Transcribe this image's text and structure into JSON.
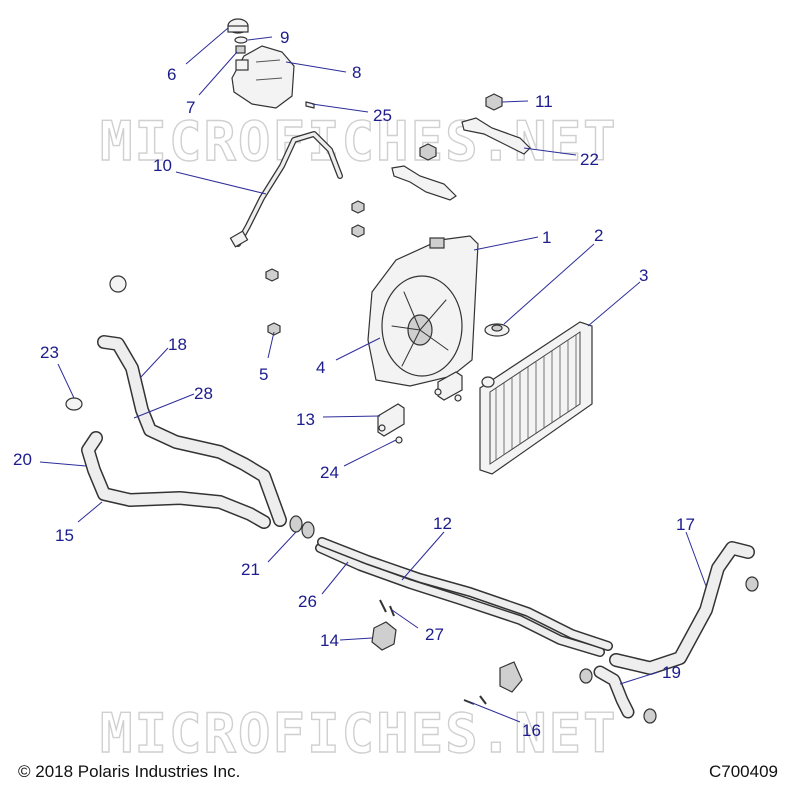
{
  "watermark_text": "MICROFICHES.NET",
  "copyright": "© 2018 Polaris Industries Inc.",
  "diagram_code": "C700409",
  "callouts": [
    "1",
    "2",
    "3",
    "4",
    "5",
    "6",
    "7",
    "8",
    "9",
    "10",
    "11",
    "12",
    "13",
    "14",
    "15",
    "16",
    "17",
    "18",
    "19",
    "20",
    "21",
    "22",
    "23",
    "24",
    "25",
    "26",
    "27",
    "28"
  ],
  "colors": {
    "callout": "#1c1c8c",
    "leader": "#2d2d9a",
    "line_art": "#333333",
    "watermark": "#d0d0d0"
  }
}
